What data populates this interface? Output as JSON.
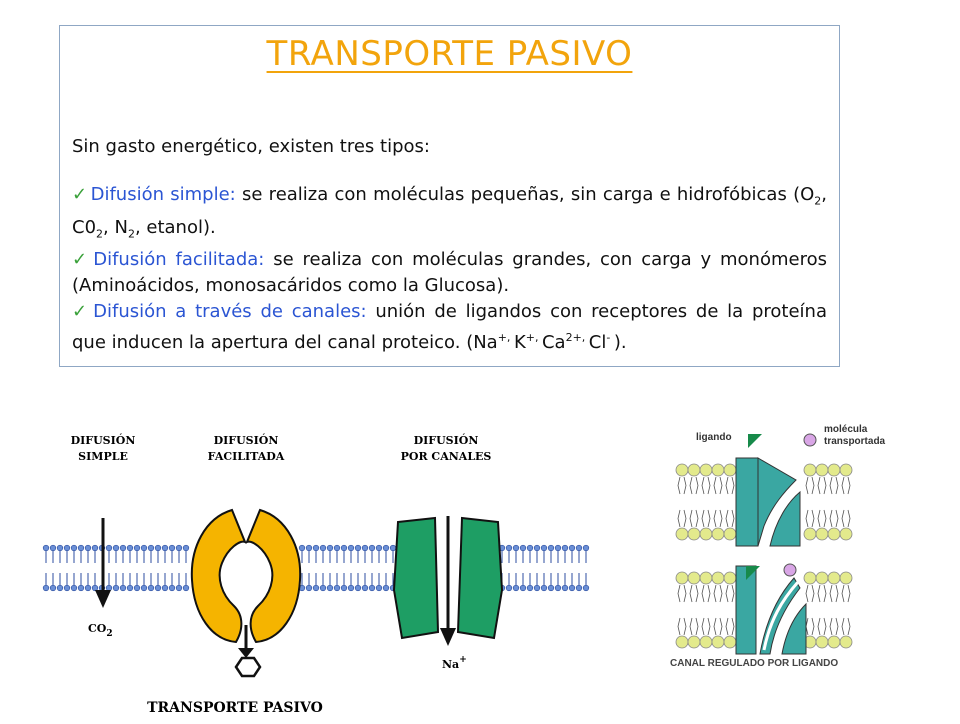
{
  "title": "TRANSPORTE PASIVO",
  "intro": "Sin gasto energético, existen tres tipos:",
  "items": [
    {
      "term": "Difusión simple:",
      "pre": " se realiza con moléculas pequeñas, sin carga e hidrofóbicas (O",
      "s1": "2",
      "m1": ", C0",
      "s2": "2",
      "m2": ", N",
      "s3": "2",
      "end": ", etanol)."
    },
    {
      "term": "Difusión facilitada:",
      "text": " se realiza con moléculas grandes, con carga y monómeros (Aminoácidos,  monosacáridos como la Glucosa)."
    },
    {
      "term": "Difusión a través de canales:",
      "pre": " unión de ligandos con receptores de la proteína que inducen la apertura del canal proteico. (Na",
      "sup1": "+, ",
      "m1": "K",
      "sup2": "+, ",
      "m2": "Ca",
      "sup3": "2+, ",
      "m3": "Cl",
      "sup4": "- ",
      "end": ")."
    }
  ],
  "diagram_left": {
    "label_simple_1": "DIFUSIÓN",
    "label_simple_2": "SIMPLE",
    "label_facilitada_1": "DIFUSIÓN",
    "label_facilitada_2": "FACILITADA",
    "label_canales_1": "DIFUSIÓN",
    "label_canales_2": "POR CANALES",
    "co2": "CO",
    "co2_sub": "2",
    "na": "Na",
    "na_sup": "+",
    "caption": "TRANSPORTE PASIVO",
    "colors": {
      "carrier": "#f5b400",
      "channel": "#1e9e64"
    }
  },
  "diagram_right": {
    "ligando": "ligando",
    "molecula_1": "molécula",
    "molecula_2": "transportada",
    "caption": "CANAL REGULADO  POR LIGANDO",
    "colors": {
      "lipid_head": "#e3ea8c",
      "channel": "#3aa7a2",
      "ligand": "#178a4a",
      "molecule": "#d9a6e6"
    }
  }
}
